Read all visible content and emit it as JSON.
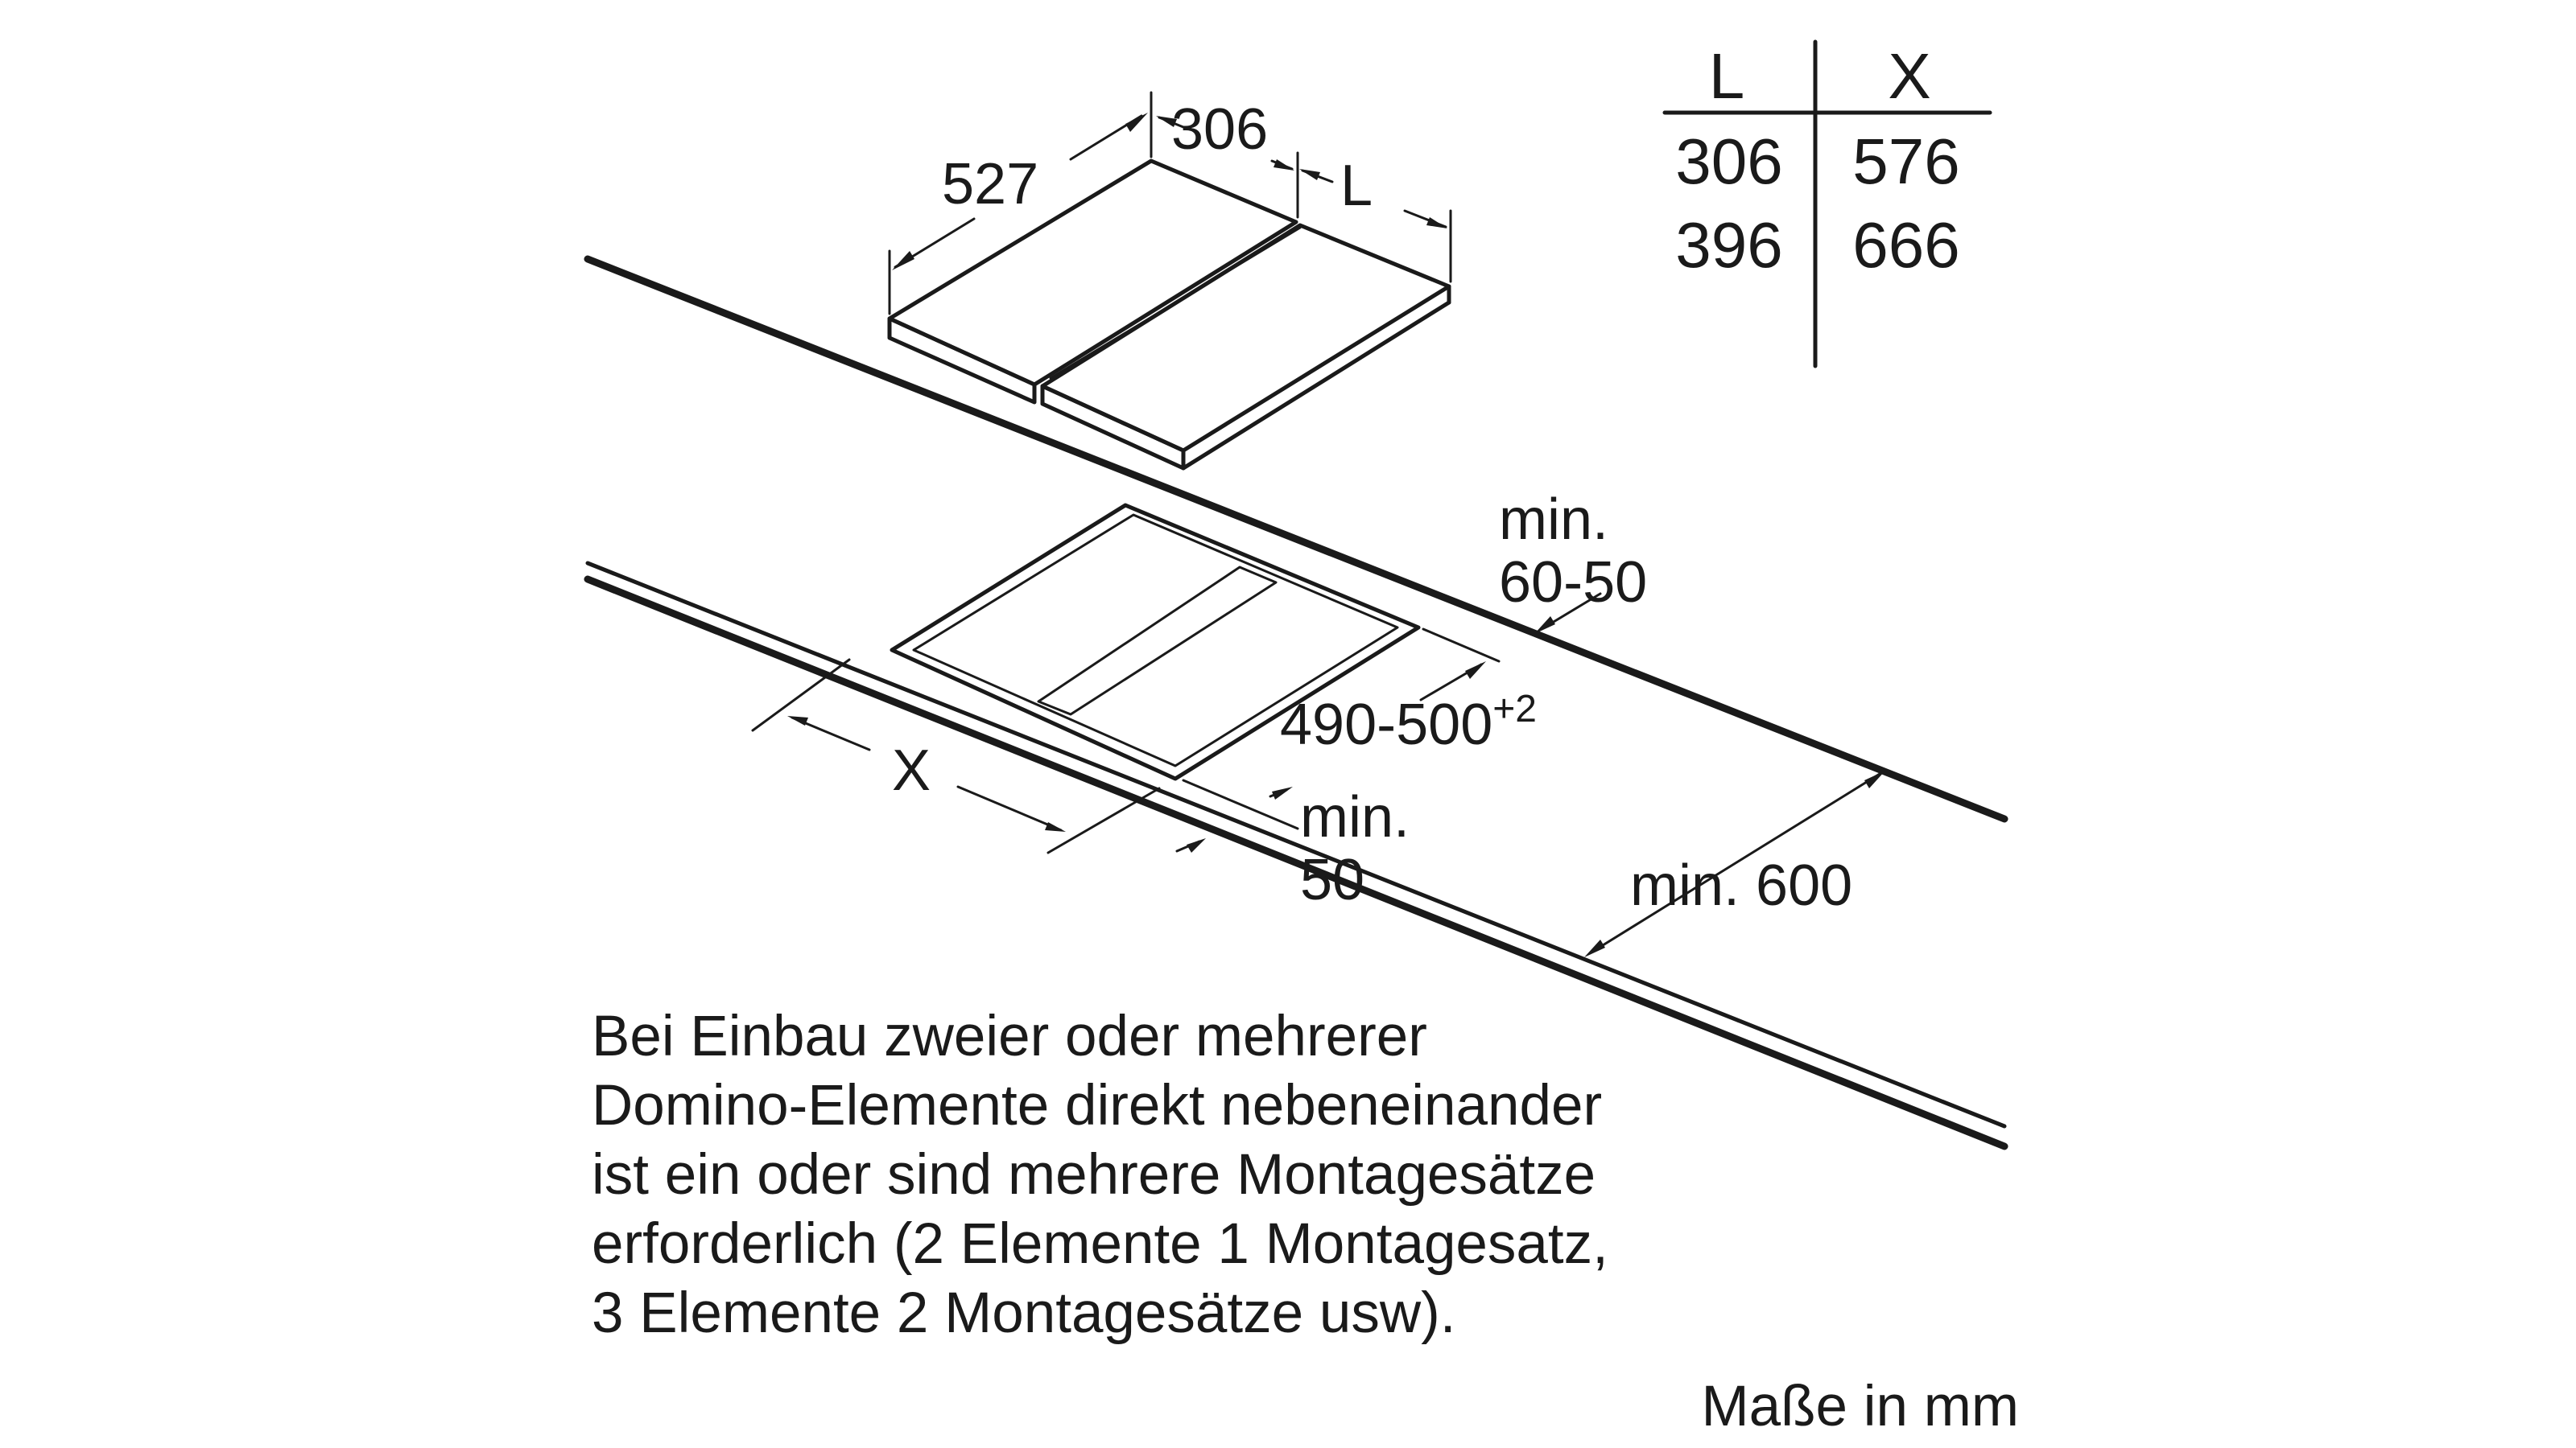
{
  "diagram": {
    "dimensions": {
      "depth_cooktop": "527",
      "width_left_element": "306",
      "width_right_element": "L",
      "min_edge_rear": [
        "min.",
        "60-50"
      ],
      "cutout_depth": "490-500",
      "cutout_depth_tolerance": "+2",
      "cutout_width": "X",
      "min_edge_front": [
        "min.",
        "50"
      ],
      "min_worktop_depth": "min. 600"
    },
    "table": {
      "headers": [
        "L",
        "X"
      ],
      "rows": [
        [
          "306",
          "576"
        ],
        [
          "396",
          "666"
        ]
      ]
    },
    "note_lines": [
      "Bei Einbau zweier oder mehrerer",
      "Domino-Elemente direkt nebeneinander",
      "ist ein oder sind mehrere Montagesätze",
      "erforderlich (2 Elemente 1 Montagesatz,",
      "3 Elemente 2 Montagesätze usw)."
    ],
    "units_note": "Maße in mm"
  }
}
